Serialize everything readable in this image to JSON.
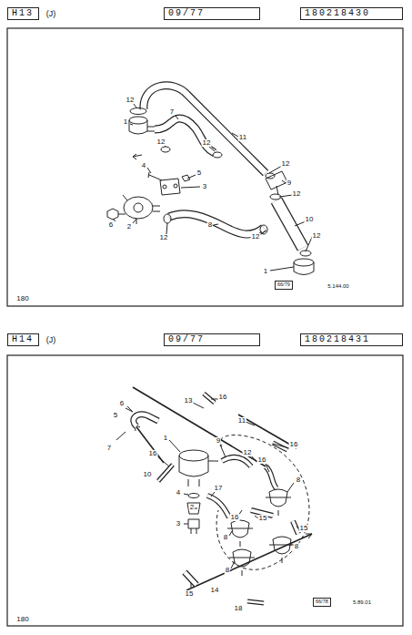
{
  "diagram": {
    "nodes": [
      {
        "text": [
          "H13"
        ]
      },
      {
        "text": [
          "09/77"
        ]
      },
      {
        "text": [
          "180218430"
        ]
      },
      {
        "text": [
          "66/79"
        ]
      },
      {
        "text": [
          "H14"
        ]
      },
      {
        "text": [
          "09/77"
        ]
      },
      {
        "text": [
          "180218431"
        ]
      },
      {
        "text": [
          "66/78"
        ]
      }
    ],
    "labels": [
      "(J)",
      "12",
      "1",
      "7",
      "11",
      "12",
      "12",
      "4",
      "5",
      "3",
      "12",
      "9",
      "12",
      "6",
      "2",
      "8",
      "12",
      "12",
      "10",
      "12",
      "1",
      "5.144.00",
      "180",
      "(J)",
      "13",
      "16",
      "6",
      "11",
      "5",
      "16",
      "7",
      "1",
      "9",
      "12",
      "16",
      "16",
      "8",
      "4",
      "2",
      "17",
      "10",
      "3",
      "16",
      "15",
      "15",
      "8",
      "8",
      "8",
      "15",
      "14",
      "18",
      "5.89.01",
      "180"
    ]
  }
}
